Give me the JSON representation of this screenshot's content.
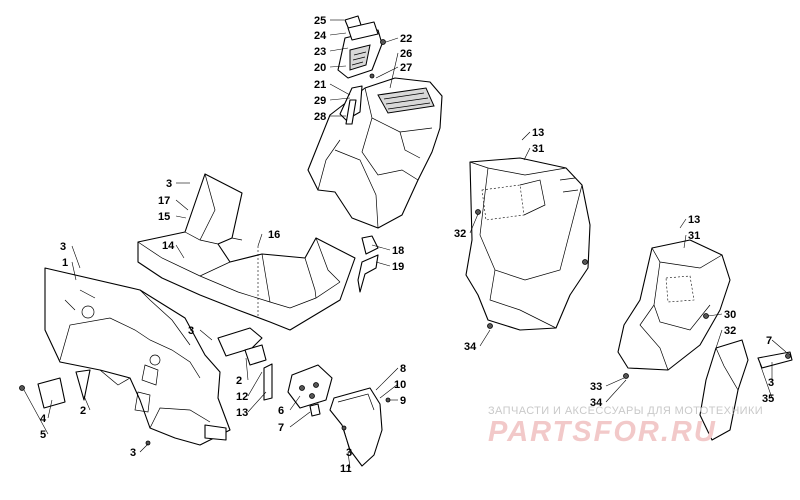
{
  "watermark": {
    "tagline": "ЗАПЧАСТИ И АКСЕССУАРЫ ДЛЯ МОТОТЕХНИКИ",
    "brand": "PARTSFOR.RU"
  },
  "callouts": [
    {
      "id": "c25",
      "text": "25"
    },
    {
      "id": "c24",
      "text": "24"
    },
    {
      "id": "c23",
      "text": "23"
    },
    {
      "id": "c20",
      "text": "20"
    },
    {
      "id": "c21",
      "text": "21"
    },
    {
      "id": "c29",
      "text": "29"
    },
    {
      "id": "c28",
      "text": "28"
    },
    {
      "id": "c22",
      "text": "22"
    },
    {
      "id": "c26",
      "text": "26"
    },
    {
      "id": "c27",
      "text": "27"
    },
    {
      "id": "c18",
      "text": "18"
    },
    {
      "id": "c19",
      "text": "19"
    },
    {
      "id": "c3a",
      "text": "3"
    },
    {
      "id": "c17",
      "text": "17"
    },
    {
      "id": "c15",
      "text": "15"
    },
    {
      "id": "c14",
      "text": "14"
    },
    {
      "id": "c16",
      "text": "16"
    },
    {
      "id": "c3b",
      "text": "3"
    },
    {
      "id": "c1",
      "text": "1"
    },
    {
      "id": "c3c",
      "text": "3"
    },
    {
      "id": "c2a",
      "text": "2"
    },
    {
      "id": "c12",
      "text": "12"
    },
    {
      "id": "c13a",
      "text": "13"
    },
    {
      "id": "c4",
      "text": "4"
    },
    {
      "id": "c2b",
      "text": "2"
    },
    {
      "id": "c5",
      "text": "5"
    },
    {
      "id": "c6",
      "text": "6"
    },
    {
      "id": "c7a",
      "text": "7"
    },
    {
      "id": "c3d",
      "text": "3"
    },
    {
      "id": "c8",
      "text": "8"
    },
    {
      "id": "c10",
      "text": "10"
    },
    {
      "id": "c9",
      "text": "9"
    },
    {
      "id": "c3e",
      "text": "3"
    },
    {
      "id": "c11",
      "text": "11"
    },
    {
      "id": "c13b",
      "text": "13"
    },
    {
      "id": "c31a",
      "text": "31"
    },
    {
      "id": "c32a",
      "text": "32"
    },
    {
      "id": "c34a",
      "text": "34"
    },
    {
      "id": "c13c",
      "text": "13"
    },
    {
      "id": "c31b",
      "text": "31"
    },
    {
      "id": "c30",
      "text": "30"
    },
    {
      "id": "c32b",
      "text": "32"
    },
    {
      "id": "c7b",
      "text": "7"
    },
    {
      "id": "c3f",
      "text": "3"
    },
    {
      "id": "c35",
      "text": "35"
    },
    {
      "id": "c33",
      "text": "33"
    },
    {
      "id": "c34b",
      "text": "34"
    }
  ]
}
